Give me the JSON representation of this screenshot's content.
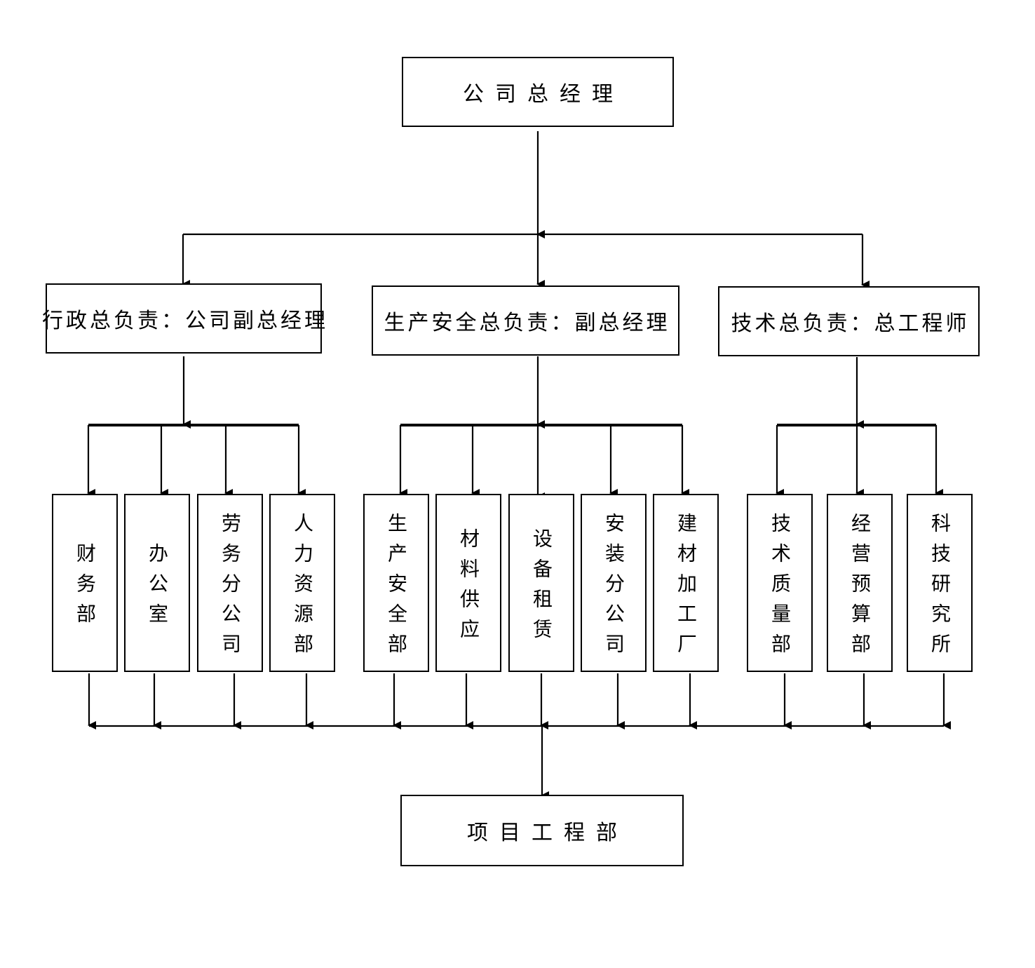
{
  "top": {
    "label": "公司总经理"
  },
  "managers": [
    {
      "label": "行政总负责：公司副总经理"
    },
    {
      "label": "生产安全总负责：副总经理"
    },
    {
      "label": "技术总负责：总工程师"
    }
  ],
  "departments": [
    [
      {
        "label": "财务部"
      },
      {
        "label": "办公室"
      },
      {
        "label": "劳务分公司"
      },
      {
        "label": "人力资源部"
      }
    ],
    [
      {
        "label": "生产安全部"
      },
      {
        "label": "材料供应"
      },
      {
        "label": "设备租赁"
      },
      {
        "label": "安装分公司"
      },
      {
        "label": "建材加工厂"
      }
    ],
    [
      {
        "label": "技术质量部"
      },
      {
        "label": "经营预算部"
      },
      {
        "label": "科技研究所"
      }
    ]
  ],
  "bottom": {
    "label": "项目工程部"
  }
}
